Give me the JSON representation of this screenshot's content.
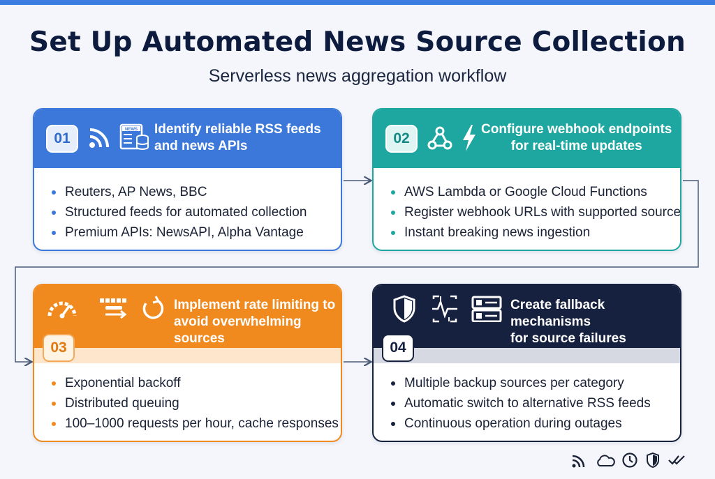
{
  "title": "Set Up Automated News Source Collection",
  "subtitle": "Serverless news aggregation workflow",
  "colors": {
    "step1": "#3b78da",
    "step2": "#1ea6a0",
    "step3": "#f08a1f",
    "step4": "#16213f"
  },
  "steps": [
    {
      "number": "01",
      "heading_lines": [
        "Identify reliable RSS feeds",
        "and news APIs"
      ],
      "icons": [
        "rss-icon",
        "newspaper-database-icon"
      ],
      "icon_label": "NEWS",
      "points": [
        "Reuters, AP News, BBC",
        "Structured feeds for automated collection",
        "Premium APIs: NewsAPI, Alpha Vantage"
      ]
    },
    {
      "number": "02",
      "heading_lines": [
        "Configure webhook endpoints",
        "for real-time updates"
      ],
      "icons": [
        "webhook-icon",
        "lightning-icon"
      ],
      "points": [
        "AWS Lambda or Google Cloud Functions",
        "Register webhook URLs with supported sources",
        "Instant breaking news ingestion"
      ]
    },
    {
      "number": "03",
      "heading_lines": [
        "Implement rate limiting to",
        "avoid overwhelming sources"
      ],
      "icons": [
        "gauge-icon",
        "queue-icon",
        "retry-icon"
      ],
      "points": [
        "Exponential backoff",
        "Distributed queuing",
        "100–1000 requests per hour, cache responses"
      ]
    },
    {
      "number": "04",
      "heading_lines": [
        "Create fallback mechanisms",
        "for source failures"
      ],
      "icons": [
        "shield-icon",
        "switch-icon",
        "server-icon"
      ],
      "points": [
        "Multiple backup sources per category",
        "Automatic switch to alternative RSS feeds",
        "Continuous operation during outages"
      ]
    }
  ],
  "footer_icons": [
    "rss-icon",
    "cloud-icon",
    "clock-icon",
    "shield-icon",
    "double-check-icon"
  ]
}
